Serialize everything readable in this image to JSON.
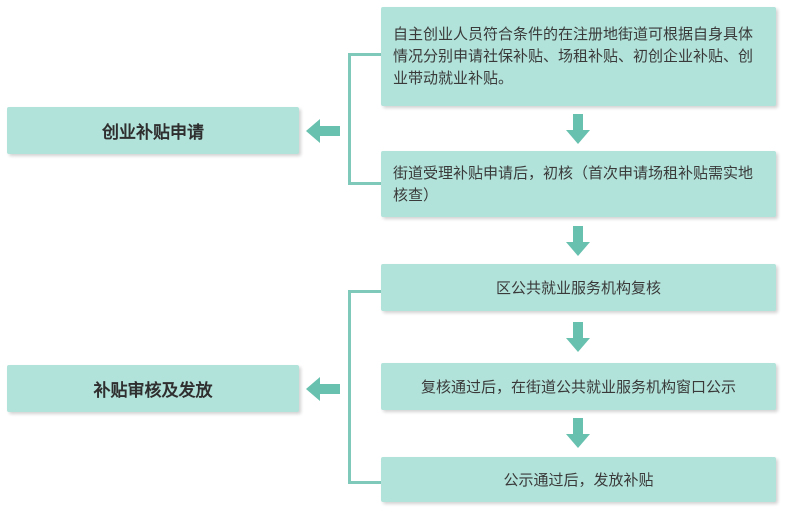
{
  "colors": {
    "box_fill": "#b2e3da",
    "connector": "#7fc9ba",
    "arrow": "#67c1ae"
  },
  "left_steps": [
    {
      "label": "创业补贴申请"
    },
    {
      "label": "补贴审核及发放"
    }
  ],
  "right_steps": [
    {
      "text": "自主创业人员符合条件的在注册地街道可根据自身具体情况分别申请社保补贴、场租补贴、初创企业补贴、创业带动就业补贴。"
    },
    {
      "text": "街道受理补贴申请后，初核（首次申请场租补贴需实地核查）"
    },
    {
      "text": "区公共就业服务机构复核"
    },
    {
      "text": "复核通过后，在街道公共就业服务机构窗口公示"
    },
    {
      "text": "公示通过后，发放补贴"
    }
  ]
}
